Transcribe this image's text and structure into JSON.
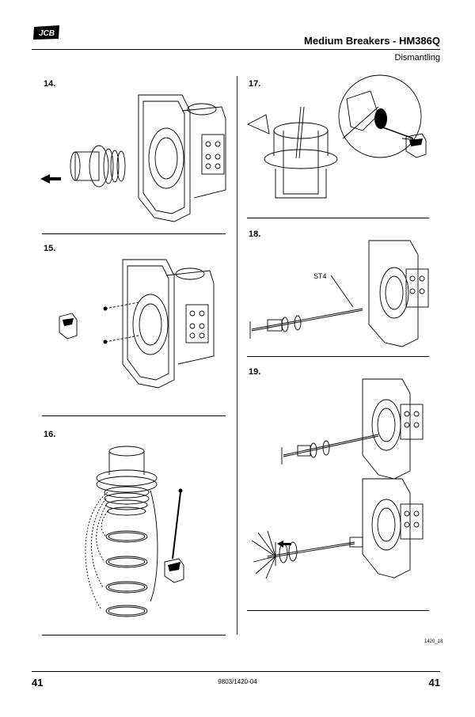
{
  "header": {
    "logo_text": "JCB",
    "title": "Medium Breakers - HM386Q",
    "subtitle": "Dismantling"
  },
  "steps": [
    {
      "number": "14."
    },
    {
      "number": "15."
    },
    {
      "number": "16."
    },
    {
      "number": "17."
    },
    {
      "number": "18.",
      "callout": "ST4"
    },
    {
      "number": "19."
    }
  ],
  "figure_ref": "1420_18",
  "footer": {
    "page_left": "41",
    "doc_number": "9803/1420-04",
    "page_right": "41"
  }
}
